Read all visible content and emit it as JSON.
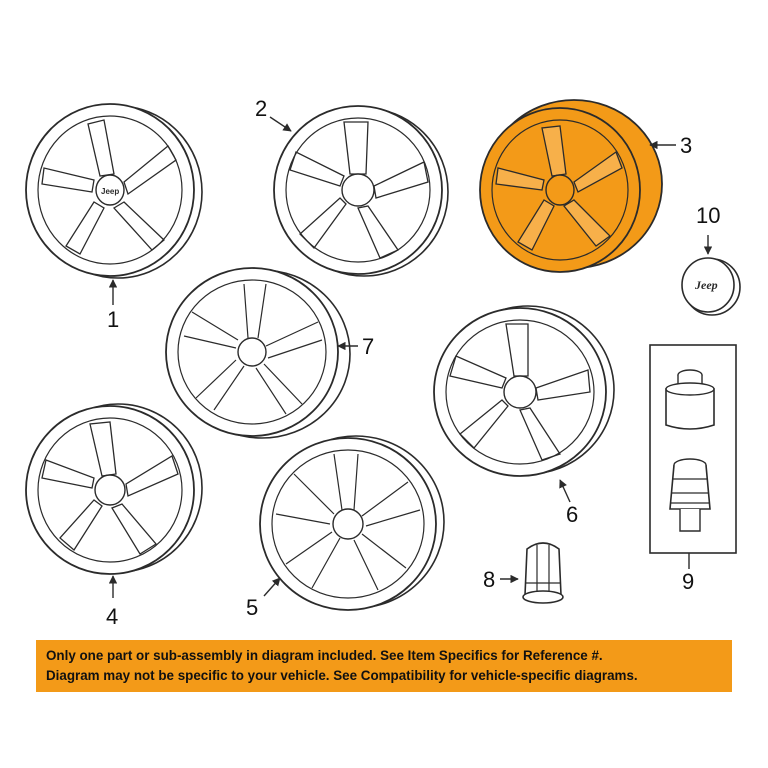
{
  "colors": {
    "highlight": "#f39a18",
    "line": "#2b2b2b",
    "banner": "#f39a18",
    "background": "#ffffff"
  },
  "callouts": {
    "c1": "1",
    "c2": "2",
    "c3": "3",
    "c4": "4",
    "c5": "5",
    "c6": "6",
    "c7": "7",
    "c8": "8",
    "c9": "9",
    "c10": "10"
  },
  "cap_logo_text": "Jeep",
  "notice": {
    "line1": "Only one part or sub-assembly in diagram included. See Item Specifics for Reference #.",
    "line2": "Diagram may not be specific to your vehicle. See Compatibility for vehicle-specific diagrams."
  }
}
